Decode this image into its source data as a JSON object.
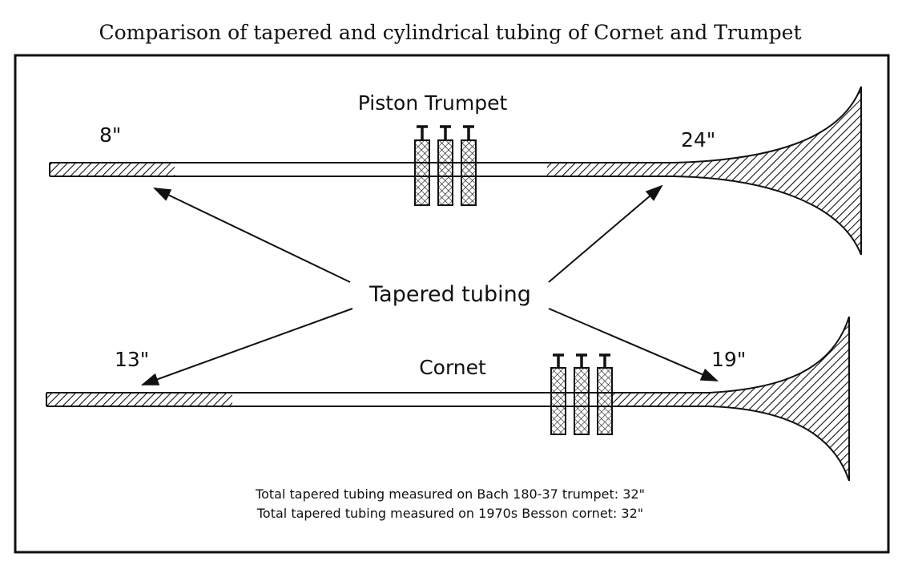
{
  "title": "Comparison of tapered and cylindrical tubing of Cornet and Trumpet",
  "trumpet": {
    "label": "Piston Trumpet",
    "leadpipe_taper": "8\"",
    "bell_taper": "24\""
  },
  "cornet": {
    "label": "Cornet",
    "leadpipe_taper": "13\"",
    "bell_taper": "19\""
  },
  "center_label": "Tapered tubing",
  "notes": [
    "Total tapered tubing measured on Bach 180-37 trumpet: 32\"",
    "Total tapered tubing measured on 1970s Besson cornet: 32\""
  ],
  "colors": {
    "ink": "#111111",
    "background": "#ffffff"
  }
}
